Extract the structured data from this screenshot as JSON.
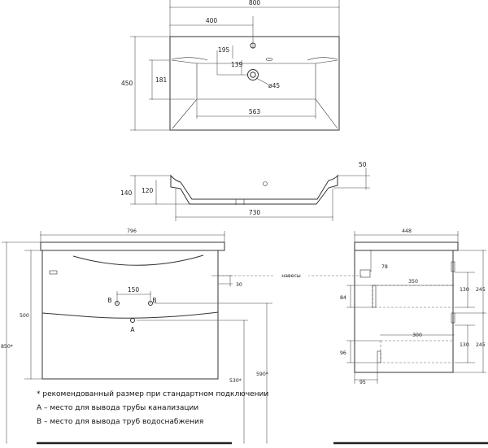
{
  "top_view": {
    "width_total": "800",
    "half_width": "400",
    "depth": "450",
    "drain_depth": "181",
    "tap_offset": "195",
    "drain_offset": "139",
    "drain_diameter": "ø45",
    "bowl_width": "563"
  },
  "side_profile": {
    "height_total": "140",
    "bowl_height": "120",
    "rim": "50",
    "bowl_length": "730"
  },
  "front_view": {
    "width": "796",
    "height_total": "850*",
    "cabinet_height": "500",
    "pipe_spacing": "150",
    "label_b_left": "B",
    "label_b_right": "B",
    "label_a": "A",
    "hinge_offset": "30",
    "height_590": "590*",
    "height_530": "530*"
  },
  "hinge_label": "навесы",
  "side_view": {
    "depth": "448",
    "hinge_height": "78",
    "drawer_top_depth": "350",
    "drawer_top_height": "130",
    "drawer_top_front": "245",
    "drawer_top_cut": "84",
    "drawer_bottom_depth": "300",
    "drawer_bottom_height": "130",
    "drawer_bottom_front": "245",
    "drawer_bottom_cut": "96",
    "foot_offset": "95"
  },
  "notes": {
    "asterisk": "* рекомендованный размер при стандартном подключении",
    "a_note": "А – место для вывода трубы канализации",
    "b_note": "В – место для вывода труб водоснабжения"
  }
}
